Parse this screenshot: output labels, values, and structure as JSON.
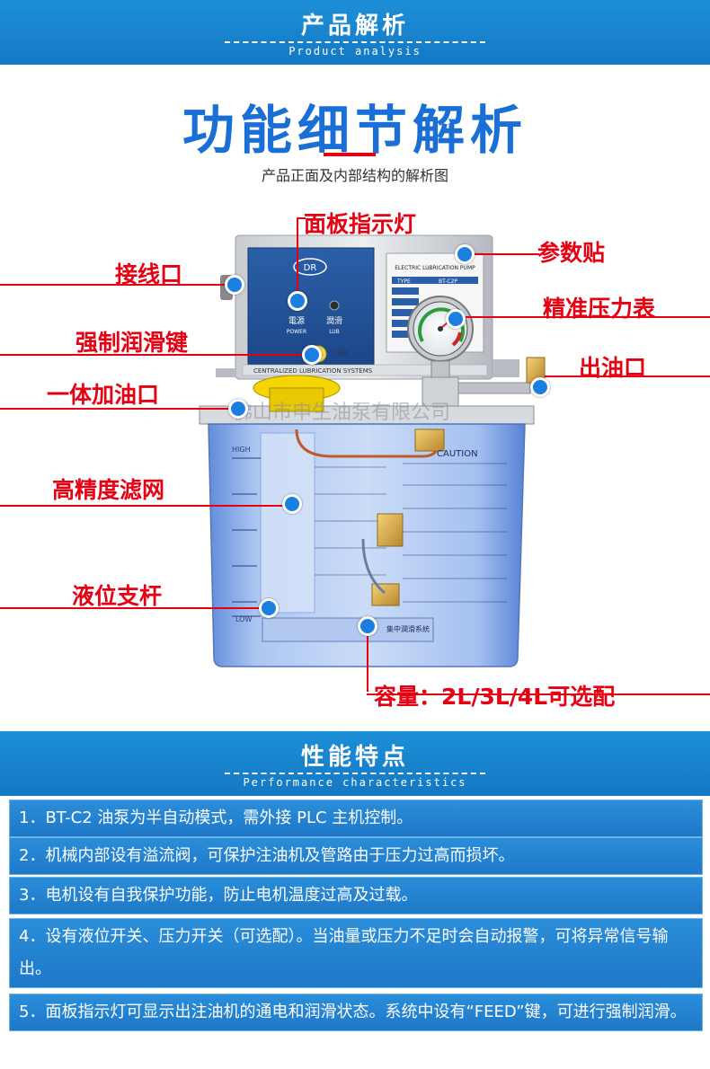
{
  "header": {
    "title": "产品解析",
    "subtitle": "Product analysis"
  },
  "main_title": "功能细节解析",
  "caption": "产品正面及内部结构的解析图",
  "labels": {
    "panel_light": "面板指示灯",
    "param_sticker": "参数贴",
    "wiring_port": "接线口",
    "pressure_gauge": "精准压力表",
    "force_key": "强制润滑键",
    "oil_outlet": "出油口",
    "oil_filler": "一体加油口",
    "filter": "高精度滤网",
    "level_rod": "液位支杆",
    "capacity": "容量：2L/3L/4L可选配"
  },
  "device": {
    "brand": "DR",
    "power": "電源",
    "power_en": "POWER",
    "lub": "潤滑",
    "lub_en": "LUB",
    "feed": "FEED",
    "system": "CENTRALIZED LUBRICATION SYSTEMS",
    "sticker_head": "ELECTRIC LUBRICATION PUMP",
    "type_label": "TYPE",
    "type_value": "BT-C2P",
    "caution": "CAUTION",
    "high": "HIGH",
    "low": "LOW",
    "base_text": "集中潤滑系統",
    "watermark": "佛山市申生油泵有限公司"
  },
  "performance": {
    "title": "性能特点",
    "subtitle": "Performance characteristics",
    "items": [
      "1．BT-C2 油泵为半自动模式，需外接 PLC 主机控制。",
      "2．机械内部设有溢流阀，可保护注油机及管路由于压力过高而损坏。",
      "3．电机设有自我保护功能，防止电机温度过高及过载。",
      "4．设有液位开关、压力开关（可选配）。当油量或压力不足时会自动报警，可将异常信号输出。",
      "5．面板指示灯可显示出注油机的通电和润滑状态。系统中设有“FEED”键，可进行强制润滑。"
    ]
  },
  "colors": {
    "banner": "#1478c4",
    "title_blue": "#1a6fd6",
    "label_red": "#e60012",
    "dot_blue": "#1a7fe0"
  }
}
